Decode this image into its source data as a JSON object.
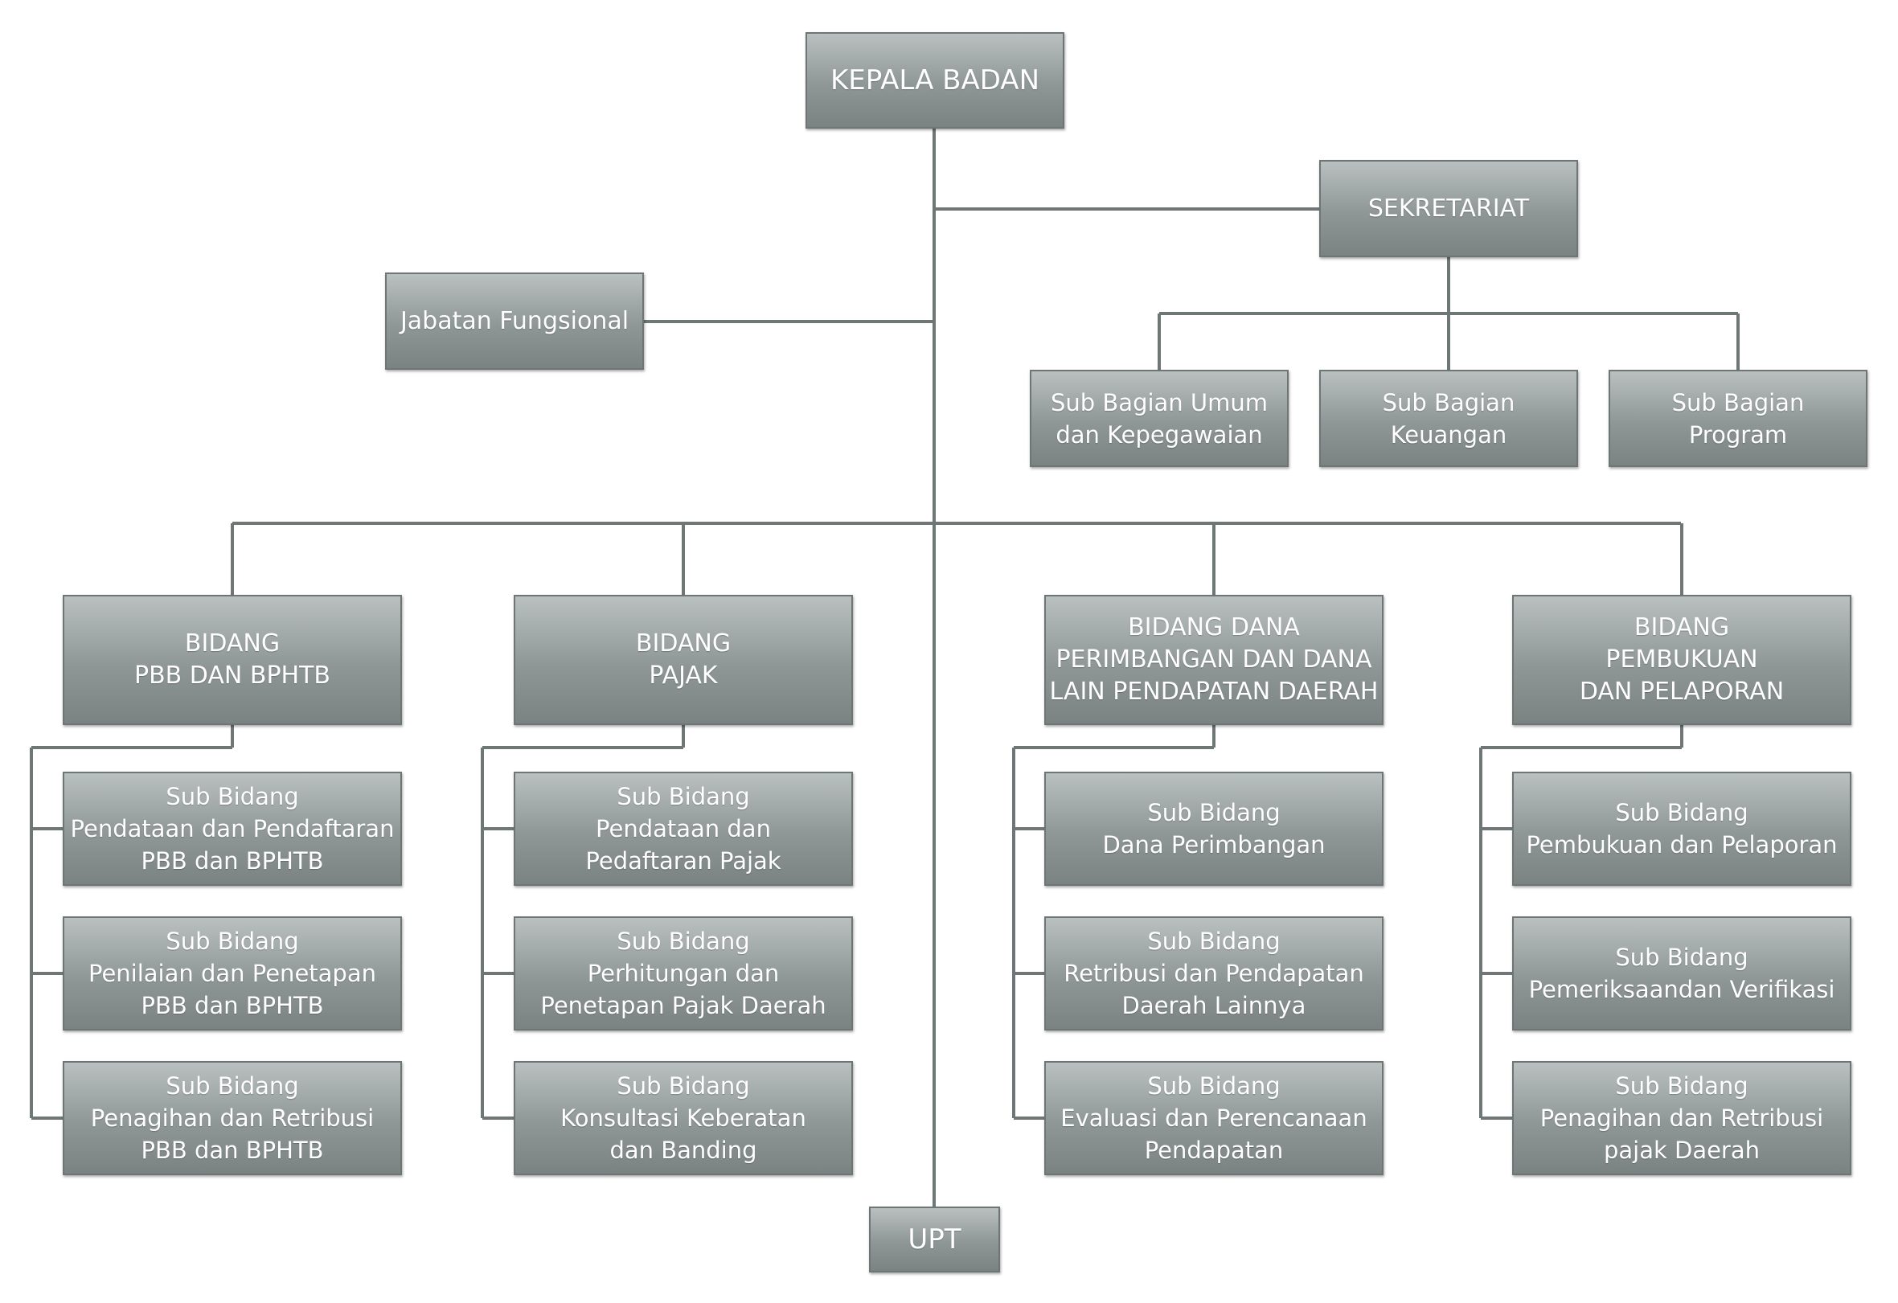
{
  "org": {
    "kepala": "KEPALA BADAN",
    "sekretariat": "SEKRETARIAT",
    "jabatan": "Jabatan Fungsional",
    "sekretariat_units": [
      [
        "Sub Bagian Umum",
        "dan Kepegawaian"
      ],
      [
        "Sub Bagian",
        "Keuangan"
      ],
      [
        "Sub Bagian",
        "Program"
      ]
    ],
    "bidang": [
      {
        "title": [
          "BIDANG",
          "PBB DAN BPHTB"
        ],
        "subs": [
          [
            "Sub Bidang",
            "Pendataan dan Pendaftaran",
            "PBB dan BPHTB"
          ],
          [
            "Sub Bidang",
            "Penilaian dan Penetapan",
            "PBB dan BPHTB"
          ],
          [
            "Sub Bidang",
            "Penagihan dan Retribusi",
            "PBB dan BPHTB"
          ]
        ]
      },
      {
        "title": [
          "BIDANG",
          "PAJAK"
        ],
        "subs": [
          [
            "Sub Bidang",
            "Pendataan dan",
            "Pedaftaran Pajak"
          ],
          [
            "Sub Bidang",
            "Perhitungan dan",
            "Penetapan Pajak Daerah"
          ],
          [
            "Sub Bidang",
            "Konsultasi Keberatan",
            "dan Banding"
          ]
        ]
      },
      {
        "title": [
          "BIDANG DANA",
          "PERIMBANGAN DAN DANA",
          "LAIN PENDAPATAN DAERAH"
        ],
        "subs": [
          [
            "Sub Bidang",
            "Dana Perimbangan"
          ],
          [
            "Sub Bidang",
            "Retribusi dan Pendapatan",
            "Daerah Lainnya"
          ],
          [
            "Sub Bidang",
            "Evaluasi dan Perencanaan",
            "Pendapatan"
          ]
        ]
      },
      {
        "title": [
          "BIDANG",
          "PEMBUKUAN",
          "DAN PELAPORAN"
        ],
        "subs": [
          [
            "Sub Bidang",
            "Pembukuan dan Pelaporan"
          ],
          [
            "Sub Bidang",
            "Pemeriksaandan Verifikasi"
          ],
          [
            "Sub Bidang",
            "Penagihan dan Retribusi",
            "pajak Daerah"
          ]
        ]
      }
    ],
    "upt": "UPT"
  },
  "colors": {
    "box_top": "#b9c0bf",
    "box_bottom": "#7b8382",
    "border": "#6e7675",
    "line": "#6f7776",
    "text": "#ffffff"
  }
}
